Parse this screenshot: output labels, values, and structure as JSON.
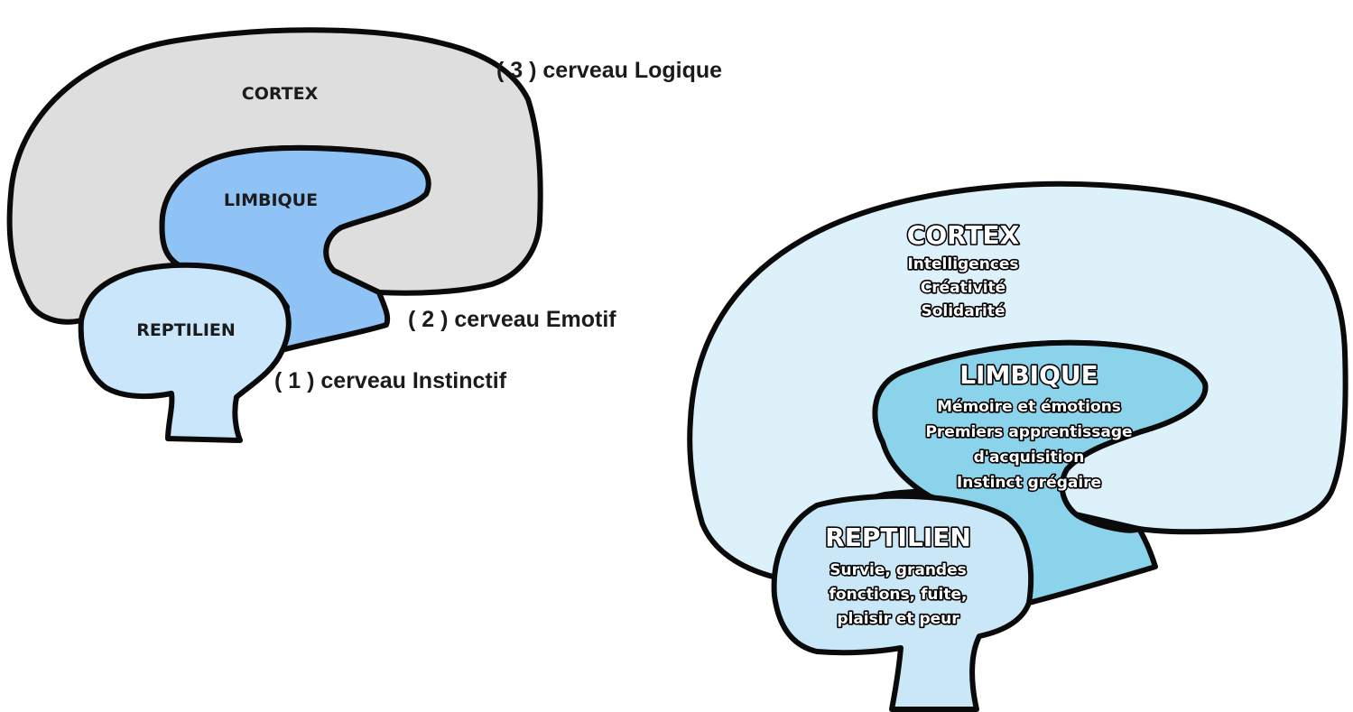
{
  "colors": {
    "left_cortex": "#dedede",
    "left_limbique": "#8fc3f5",
    "left_reptilien": "#c9e6fa",
    "right_cortex": "#ddf1fb",
    "right_limbique": "#8ad3ea",
    "right_reptilien": "#c9e7f7",
    "outline": "#0a0a0a"
  },
  "left_diagram": {
    "cortex_label": "CORTEX",
    "limbique_label": "LIMBIQUE",
    "reptilien_label": "REPTILIEN",
    "callout_logique": "( 3 ) cerveau Logique",
    "callout_emotif": "( 2 ) cerveau Emotif",
    "callout_instinctif": "( 1 ) cerveau Instinctif"
  },
  "right_diagram": {
    "cortex": {
      "title": "CORTEX",
      "lines": [
        "Intelligences",
        "Créativité",
        "Solidarité"
      ]
    },
    "limbique": {
      "title": "LIMBIQUE",
      "lines": [
        "Mémoire et émotions",
        "Premiers apprentissage",
        "d'acquisition",
        "Instinct grégaire"
      ]
    },
    "reptilien": {
      "title": "REPTILIEN",
      "lines": [
        "Survie, grandes",
        "fonctions, fuite,",
        "plaisir et peur"
      ]
    }
  }
}
